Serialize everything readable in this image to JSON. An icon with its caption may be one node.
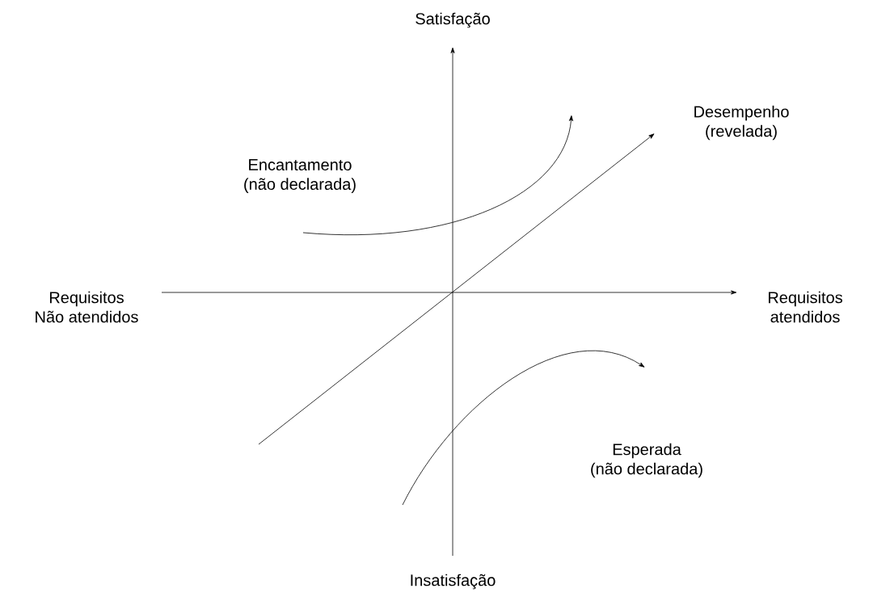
{
  "diagram": {
    "labels": [
      "Satisfação",
      "Desempenho (revelada)",
      "Encantamento (não declarada)",
      "Requisitos Não atendidos",
      "Requisitos atendidos",
      "Esperada (não declarada)",
      "Insatisfação"
    ]
  }
}
